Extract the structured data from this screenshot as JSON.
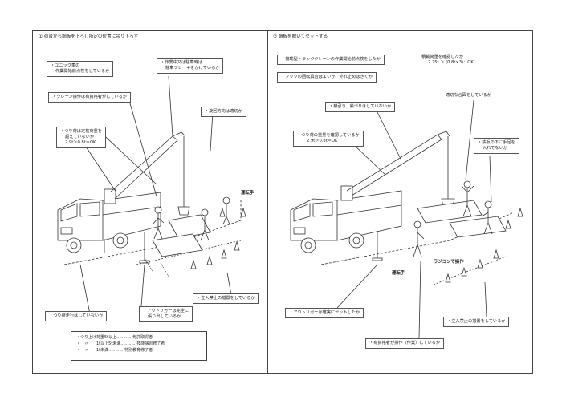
{
  "left_panel": {
    "header": "① 荷台から鋼板を下ろし所定の位置に吊り下ろす",
    "notes": {
      "unic_check": [
        "・ユニック車の",
        "作業開始前点検をしているか"
      ],
      "parking": [
        "・作業中又は駐車時は",
        "駐車ブレーキをかけているか"
      ],
      "crane_operator": "・クレーン操作は有資格者がしているか",
      "direction": "・旋回方向は適切か",
      "load_check": [
        "・つり荷は定格荷重を",
        "超えていないか",
        "2.9t＞0.8t＝OK"
      ],
      "outrigger": [
        "・アウトリガーは完全に",
        "張り出しているか"
      ],
      "no_entry": "・立入禁止の措置をしているか",
      "no_travel": "・つり荷走行はしていないか"
    },
    "driver_label": "運転手",
    "legend": [
      "・つり上げ荷重5t以上…………免許取得者",
      "・　〃　　1t以上5t未満…………技能講習修了者",
      "・　〃　　1t未満…………特別教育修了者"
    ]
  },
  "right_panel": {
    "header": "② 鋼板を敷いてセットする",
    "notes": {
      "machine_check": "・機載型トラッククレーンの作業開始前点検をしたか",
      "rated_load": [
        "積載荷重を確認したか",
        "2.75t ＞ (0.8t×3)：OK"
      ],
      "hook": "・フックの回転具合はよいか、外れ止めはきくか",
      "lifting": "・横引き、斜づりはしていないか",
      "signal": "適切な合図をしているか",
      "weight_check": [
        "・つり荷の重量を確認しているか",
        "2.9t＞0.8t＝OK"
      ],
      "hands_under": [
        "・鉄板の下に手足を",
        "入れてないか"
      ],
      "outrigger": "・アウトリガーは確実にセットしたか",
      "no_entry": "・立入禁止の措置をしているか",
      "qualified": "・有資格者が操作（作業）しているか"
    },
    "driver_label": "運転手",
    "remote_label": "ラジコンで操作"
  }
}
